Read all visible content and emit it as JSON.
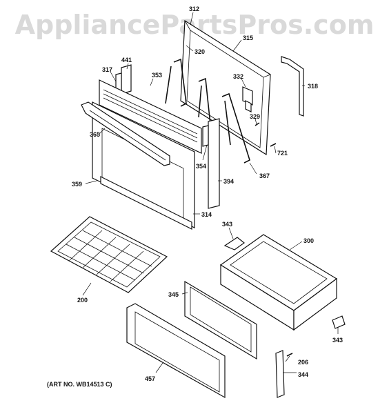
{
  "watermark": "AppliancePartsPros.com",
  "art_number": "(ART NO. WB14513 C)",
  "labels": [
    {
      "id": "312",
      "text": "312"
    },
    {
      "id": "315",
      "text": "315"
    },
    {
      "id": "320",
      "text": "320"
    },
    {
      "id": "441",
      "text": "441"
    },
    {
      "id": "317",
      "text": "317"
    },
    {
      "id": "353",
      "text": "353"
    },
    {
      "id": "332",
      "text": "332"
    },
    {
      "id": "318",
      "text": "318"
    },
    {
      "id": "329",
      "text": "329"
    },
    {
      "id": "365",
      "text": "365"
    },
    {
      "id": "721",
      "text": "721"
    },
    {
      "id": "354",
      "text": "354"
    },
    {
      "id": "367",
      "text": "367"
    },
    {
      "id": "394",
      "text": "394"
    },
    {
      "id": "359",
      "text": "359"
    },
    {
      "id": "314",
      "text": "314"
    },
    {
      "id": "343a",
      "text": "343"
    },
    {
      "id": "300",
      "text": "300"
    },
    {
      "id": "345",
      "text": "345"
    },
    {
      "id": "200",
      "text": "200"
    },
    {
      "id": "343b",
      "text": "343"
    },
    {
      "id": "206",
      "text": "206"
    },
    {
      "id": "344",
      "text": "344"
    },
    {
      "id": "457",
      "text": "457"
    }
  ]
}
